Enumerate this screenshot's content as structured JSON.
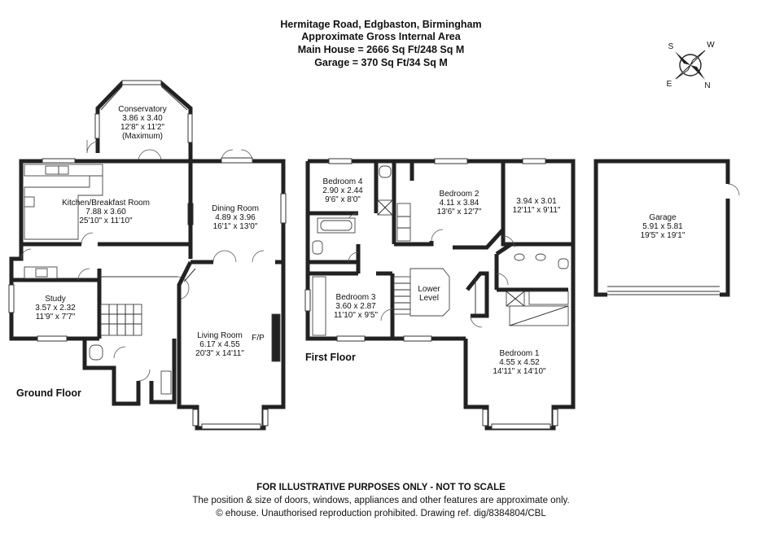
{
  "header": {
    "line1": "Hermitage Road, Edgbaston, Birmingham",
    "line2": "Approximate Gross Internal Area",
    "line3": "Main House = 2666 Sq Ft/248 Sq M",
    "line4": "Garage = 370 Sq Ft/34 Sq M"
  },
  "compass": {
    "s": "S",
    "w": "W",
    "e": "E",
    "n": "N"
  },
  "floors": {
    "ground": "Ground Floor",
    "first": "First Floor"
  },
  "rooms": {
    "conservatory": {
      "name": "Conservatory",
      "metric": "3.86 x 3.40",
      "imperial": "12'8\" x 11'2\"",
      "note": "(Maximum)"
    },
    "kitchen": {
      "name": "Kitchen/Breakfast Room",
      "metric": "7.88 x 3.60",
      "imperial": "25'10\" x 11'10\""
    },
    "dining": {
      "name": "Dining Room",
      "metric": "4.89 x 3.96",
      "imperial": "16'1\" x 13'0\""
    },
    "study": {
      "name": "Study",
      "metric": "3.57 x 2.32",
      "imperial": "11'9\" x 7'7\""
    },
    "living": {
      "name": "Living Room",
      "metric": "6.17 x 4.55",
      "imperial": "20'3\" x 14'11\"",
      "fp": "F/P"
    },
    "bedroom4": {
      "name": "Bedroom 4",
      "metric": "2.90 x 2.44",
      "imperial": "9'6\" x 8'0\""
    },
    "bedroom2": {
      "name": "Bedroom 2",
      "metric": "4.11 x 3.84",
      "imperial": "13'6\" x 12'7\""
    },
    "bedroomA": {
      "metric": "3.94 x 3.01",
      "imperial": "12'11\" x 9'11\""
    },
    "bedroom3": {
      "name": "Bedroom 3",
      "metric": "3.60 x 2.87",
      "imperial": "11'10\" x 9'5\""
    },
    "lower": {
      "line1": "Lower",
      "line2": "Level"
    },
    "bedroom1": {
      "name": "Bedroom 1",
      "metric": "4.55 x 4.52",
      "imperial": "14'11\" x 14'10\""
    },
    "garage": {
      "name": "Garage",
      "metric": "5.91 x 5.81",
      "imperial": "19'5\" x 19'1\""
    }
  },
  "footer": {
    "line1": "FOR ILLUSTRATIVE PURPOSES ONLY - NOT TO SCALE",
    "line2": "The position & size of doors, windows, appliances and other features are approximate only.",
    "line3": "© ehouse. Unauthorised reproduction prohibited. Drawing ref. dig/8384804/CBL"
  }
}
